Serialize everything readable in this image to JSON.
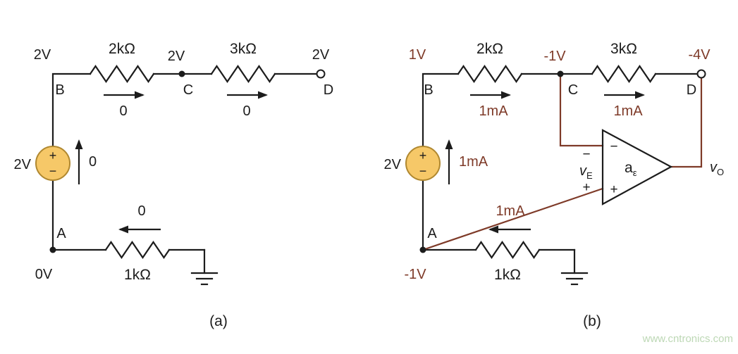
{
  "colors": {
    "wire": "#1c1c1c",
    "accent": "#7e3a28",
    "source_fill": "#f6c868",
    "source_stroke": "#b08830",
    "watermark": "#bdd8b5"
  },
  "watermark": "www.cntronics.com",
  "circuit_a": {
    "caption": "(a)",
    "source": {
      "value": "2V",
      "plus": "+",
      "minus": "−",
      "current": "0"
    },
    "nodes": {
      "a": {
        "name": "A",
        "voltage": "0V"
      },
      "b": {
        "name": "B",
        "voltage": "2V"
      },
      "c": {
        "name": "C",
        "voltage": "2V"
      },
      "d": {
        "name": "D",
        "voltage": "2V"
      }
    },
    "resistors": {
      "r1": {
        "value": "2kΩ",
        "current": "0"
      },
      "r2": {
        "value": "3kΩ",
        "current": "0"
      },
      "r3": {
        "value": "1kΩ",
        "current": "0"
      }
    }
  },
  "circuit_b": {
    "caption": "(b)",
    "source": {
      "value": "2V",
      "plus": "+",
      "minus": "−",
      "current": "1mA"
    },
    "nodes": {
      "a": {
        "name": "A",
        "voltage": "-1V"
      },
      "b": {
        "name": "B",
        "voltage": "1V"
      },
      "c": {
        "name": "C",
        "voltage": "-1V"
      },
      "d": {
        "name": "D",
        "voltage": "-4V"
      }
    },
    "resistors": {
      "r1": {
        "value": "2kΩ",
        "current": "1mA"
      },
      "r2": {
        "value": "3kΩ",
        "current": "1mA"
      },
      "r3": {
        "value": "1kΩ",
        "current": "1mA"
      }
    },
    "opamp": {
      "gain_base": "a",
      "gain_sub": "ε",
      "minus_input": "−",
      "plus_input": "+"
    },
    "error_voltage": {
      "base": "v",
      "sub": "E",
      "minus": "−",
      "plus": "+"
    },
    "output_voltage": {
      "base": "v",
      "sub": "O"
    }
  }
}
